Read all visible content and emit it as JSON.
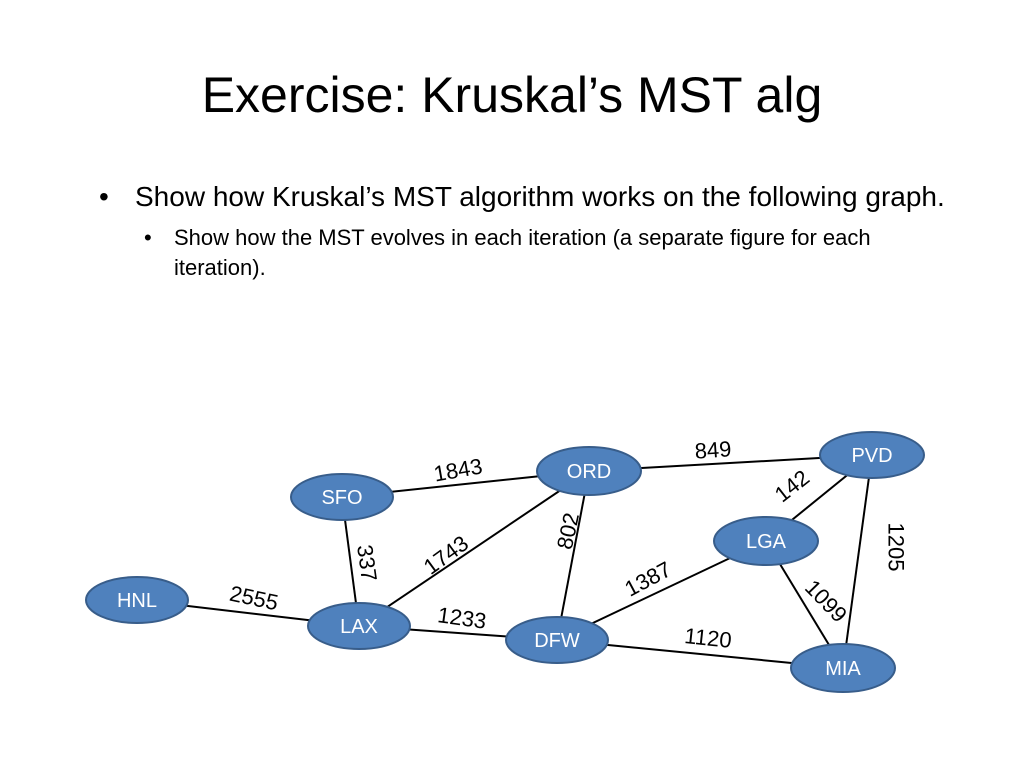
{
  "slide": {
    "title": "Exercise: Kruskal’s MST alg",
    "bullet_symbol": "•",
    "bullet1": "Show how Kruskal’s MST algorithm works on the following graph.",
    "bullet2": "Show how the MST evolves in each iteration (a separate figure for each iteration)."
  },
  "graph": {
    "node_fill": "#4f81bd",
    "node_stroke": "#385d8a",
    "nodes": [
      "HNL",
      "SFO",
      "LAX",
      "ORD",
      "DFW",
      "PVD",
      "LGA",
      "MIA"
    ],
    "edges": [
      {
        "from": "HNL",
        "to": "LAX",
        "weight": "2555"
      },
      {
        "from": "SFO",
        "to": "ORD",
        "weight": "1843"
      },
      {
        "from": "SFO",
        "to": "LAX",
        "weight": "337"
      },
      {
        "from": "LAX",
        "to": "ORD",
        "weight": "1743"
      },
      {
        "from": "LAX",
        "to": "DFW",
        "weight": "1233"
      },
      {
        "from": "ORD",
        "to": "DFW",
        "weight": "802"
      },
      {
        "from": "ORD",
        "to": "PVD",
        "weight": "849"
      },
      {
        "from": "PVD",
        "to": "LGA",
        "weight": "142"
      },
      {
        "from": "DFW",
        "to": "LGA",
        "weight": "1387"
      },
      {
        "from": "DFW",
        "to": "MIA",
        "weight": "1120"
      },
      {
        "from": "LGA",
        "to": "MIA",
        "weight": "1099"
      },
      {
        "from": "PVD",
        "to": "MIA",
        "weight": "1205"
      }
    ]
  }
}
